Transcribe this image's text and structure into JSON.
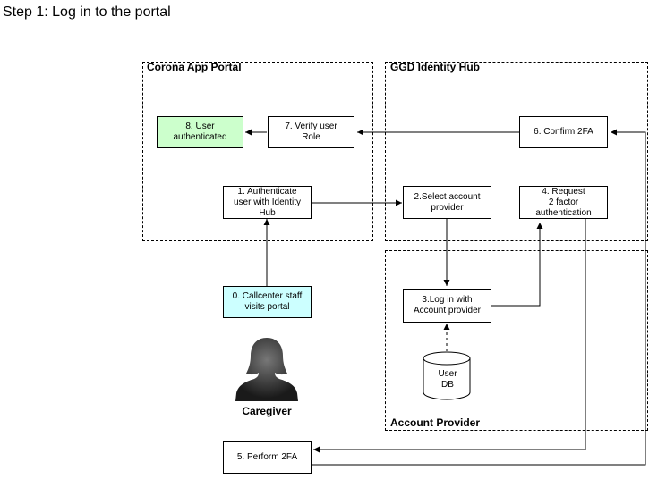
{
  "page_title": "Step 1: Log in to the portal",
  "containers": {
    "portal": "Corona App Portal",
    "hub": "GGD Identity Hub",
    "provider": "Account Provider"
  },
  "boxes": {
    "user_authenticated": "8. User\nauthenticated",
    "verify_role": "7. Verify user\nRole",
    "confirm_2fa": "6. Confirm 2FA",
    "authenticate": "1. Authenticate\nuser with Identity\nHub",
    "select_provider": "2.Select account\nprovider",
    "request_2fa": "4. Request\n2 factor\nauthentication",
    "callcenter": "0. Callcenter staff\nvisits portal",
    "login_provider": "3.Log in with\nAccount provider",
    "perform_2fa": "5. Perform 2FA"
  },
  "database": "User\nDB",
  "actor": "Caregiver",
  "colors": {
    "authenticated_fill": "#ccffcc",
    "start_fill": "#ccffff"
  },
  "icons": {
    "actor": "person-silhouette-icon",
    "database": "database-cylinder-icon"
  }
}
